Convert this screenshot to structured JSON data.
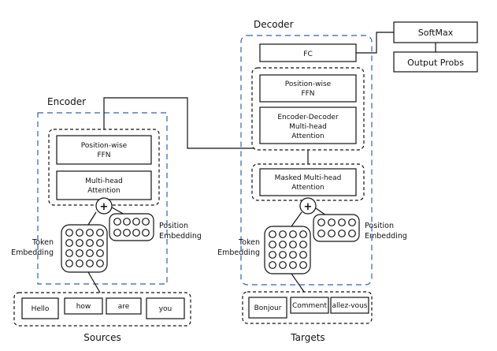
{
  "encoder": {
    "title": "Encoder",
    "ffn": [
      "Position-wise",
      "FFN"
    ],
    "attention": [
      "Multi-head",
      "Attention"
    ],
    "plus": "+",
    "position_embedding": [
      "Position",
      "Embedding"
    ],
    "token_embedding": [
      "Token",
      "Embedding"
    ]
  },
  "decoder": {
    "title": "Decoder",
    "fc": "FC",
    "ffn": [
      "Position-wise",
      "FFN"
    ],
    "cross_attention": [
      "Encoder-Decoder",
      "Multi-head",
      "Attention"
    ],
    "masked_attention": [
      "Masked Multi-head",
      "Attention"
    ],
    "plus": "+",
    "position_embedding": [
      "Position",
      "Embedding"
    ],
    "token_embedding": [
      "Token",
      "Embedding"
    ]
  },
  "outputs": {
    "softmax": "SoftMax",
    "probs": "Output Probs"
  },
  "sources": {
    "label": "Sources",
    "tokens": [
      "Hello",
      "how",
      "are",
      "you"
    ]
  },
  "targets": {
    "label": "Targets",
    "tokens": [
      "Bonjour",
      "Comment",
      "allez-vous"
    ]
  }
}
